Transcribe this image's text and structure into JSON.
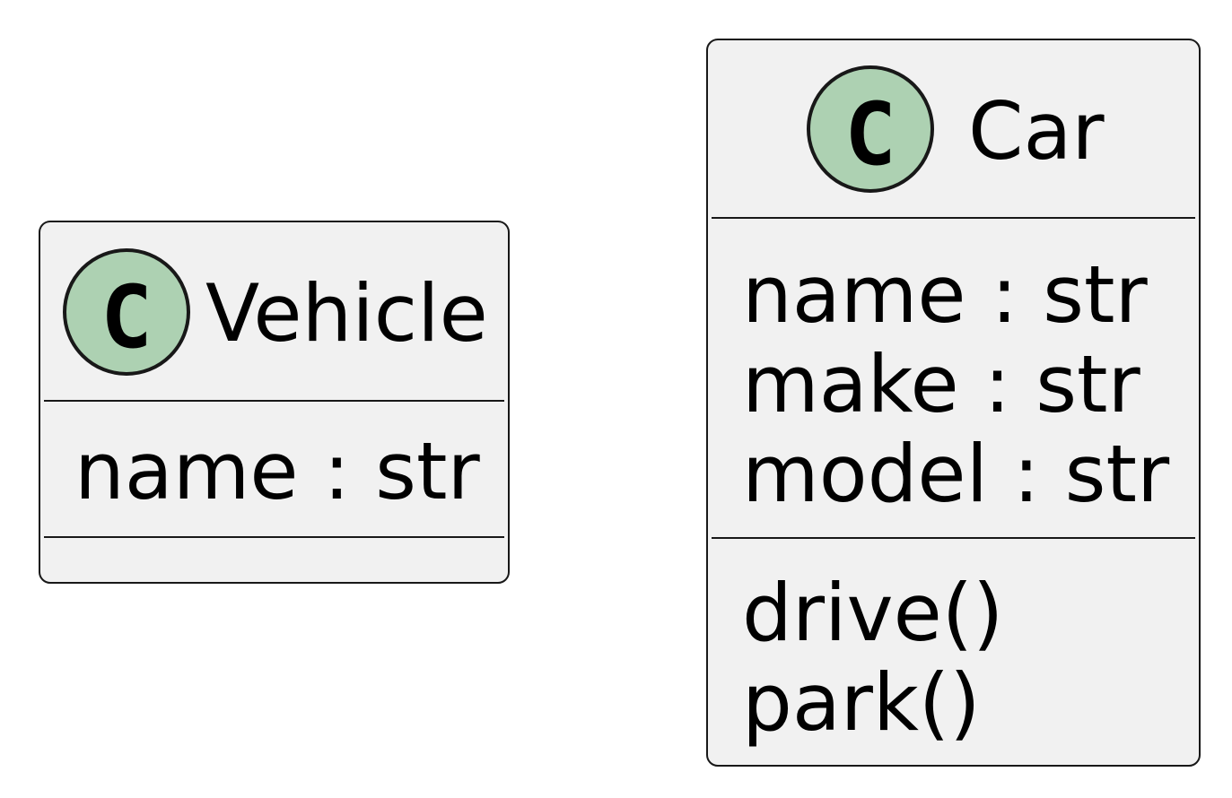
{
  "diagram": {
    "classes": [
      {
        "id": "vehicle",
        "stereotype_glyph": "C",
        "icon": "class-c-icon",
        "name": "Vehicle",
        "attributes": [
          "name : str"
        ],
        "methods": []
      },
      {
        "id": "car",
        "stereotype_glyph": "C",
        "icon": "class-c-icon",
        "name": "Car",
        "attributes": [
          "name : str",
          "make : str",
          "model : str"
        ],
        "methods": [
          "drive()",
          "park()"
        ]
      }
    ],
    "colors": {
      "box_fill": "#f1f1f1",
      "border": "#181818",
      "icon_fill": "#add1b2"
    }
  }
}
